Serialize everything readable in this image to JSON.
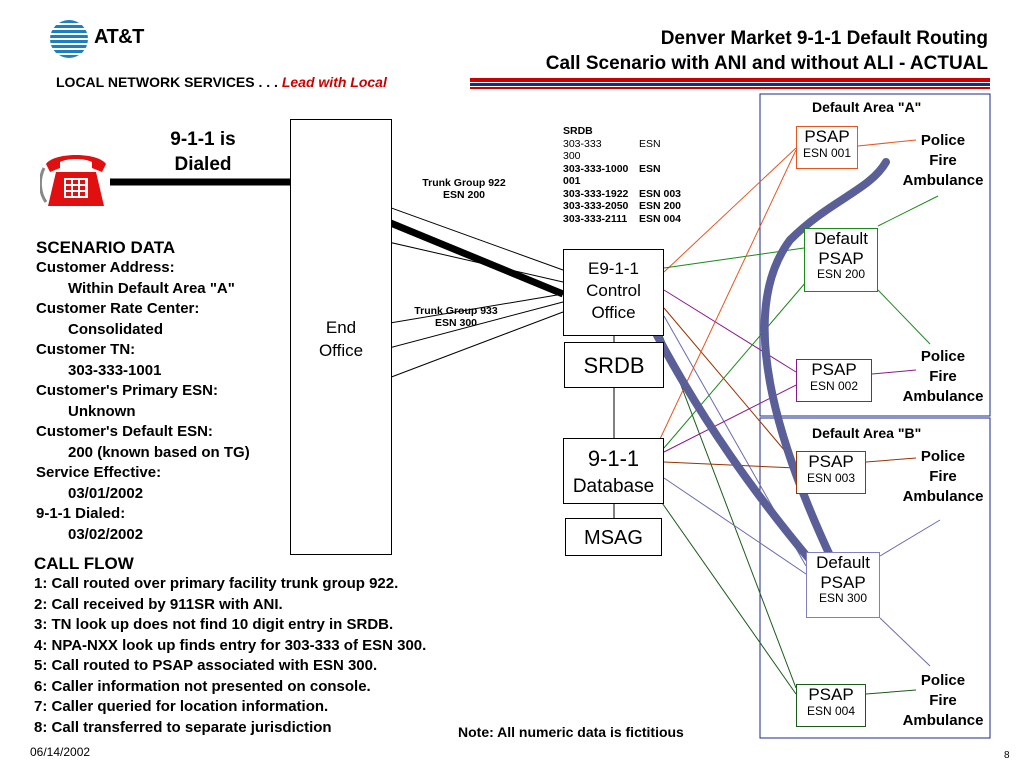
{
  "header": {
    "logo_text": "AT&T",
    "title_line1": "Denver Market 9-1-1 Default Routing",
    "title_line2": "Call Scenario with ANI and without ALI - ACTUAL",
    "subtitle_prefix": "LOCAL NETWORK SERVICES . . . ",
    "subtitle_emph": "Lead with Local",
    "accent_red": "#cc0000",
    "accent_blue": "#1a2a8c"
  },
  "dialed": {
    "line1": "9-1-1 is",
    "line2": "Dialed"
  },
  "end_office": {
    "line1": "End",
    "line2": "Office"
  },
  "trunks": {
    "t922_line1": "Trunk Group 922",
    "t922_line2": "ESN 200",
    "t933_line1": "Trunk Group 933",
    "t933_line2": "ESN 300"
  },
  "srdb_table": {
    "title": "SRDB",
    "rows": [
      {
        "tn": "303-333",
        "esn": "ESN",
        "bold": false
      },
      {
        "tn": "300",
        "esn": "",
        "bold": false
      },
      {
        "tn": "303-333-1000",
        "esn": "ESN",
        "bold": true
      },
      {
        "tn": "001",
        "esn": "",
        "bold": true
      },
      {
        "tn": "303-333-1922",
        "esn": "ESN 003",
        "bold": true
      },
      {
        "tn": "303-333-2050",
        "esn": "ESN 200",
        "bold": true
      },
      {
        "tn": "303-333-2111",
        "esn": "ESN 004",
        "bold": true
      }
    ]
  },
  "control_office": {
    "line1": "E9-1-1",
    "line2": "Control",
    "line3": "Office"
  },
  "srdb_box": "SRDB",
  "database": {
    "line1": "9-1-1",
    "line2": "Database"
  },
  "msag": "MSAG",
  "areas": {
    "a": "Default Area \"A\"",
    "b": "Default Area \"B\""
  },
  "psaps": [
    {
      "id": "p001",
      "title": "PSAP",
      "esn": "ESN 001",
      "color": "#e8531f"
    },
    {
      "id": "d200",
      "title": "Default PSAP",
      "line1": "Default",
      "line2": "PSAP",
      "esn": "ESN 200",
      "color": "#1a8a1a"
    },
    {
      "id": "p002",
      "title": "PSAP",
      "esn": "ESN 002",
      "color": "#8a1a8a"
    },
    {
      "id": "p003",
      "title": "PSAP",
      "esn": "ESN 003",
      "color": "#993300"
    },
    {
      "id": "d300",
      "line1": "Default",
      "line2": "PSAP",
      "esn": "ESN 300",
      "color": "#8080c0"
    },
    {
      "id": "p004",
      "title": "PSAP",
      "esn": "ESN 004",
      "color": "#1a5a1a"
    }
  ],
  "responders": {
    "l1": "Police",
    "l2": "Fire",
    "l3": "Ambulance"
  },
  "scenario": {
    "heading": "SCENARIO DATA",
    "lines": [
      {
        "text": "Customer Address:",
        "indent": false
      },
      {
        "text": "Within Default Area \"A\"",
        "indent": true
      },
      {
        "text": "Customer Rate Center:",
        "indent": false
      },
      {
        "text": "Consolidated",
        "indent": true
      },
      {
        "text": "Customer TN:",
        "indent": false
      },
      {
        "text": "303-333-1001",
        "indent": true
      },
      {
        "text": "Customer's Primary ESN:",
        "indent": false
      },
      {
        "text": "Unknown",
        "indent": true
      },
      {
        "text": "Customer's Default ESN:",
        "indent": false
      },
      {
        "text": "200 (known based on TG)",
        "indent": true
      },
      {
        "text": "Service Effective:",
        "indent": false
      },
      {
        "text": "03/01/2002",
        "indent": true
      },
      {
        "text": "9-1-1 Dialed:",
        "indent": false
      },
      {
        "text": "03/02/2002",
        "indent": true
      }
    ]
  },
  "call_flow": {
    "heading": "CALL FLOW",
    "steps": [
      "1: Call routed over primary facility trunk group 922.",
      "2: Call received by 911SR with ANI.",
      "3: TN look up does not find 10 digit entry in SRDB.",
      "4: NPA-NXX look up finds entry for 303-333 of ESN 300.",
      "5: Call routed to PSAP associated with ESN 300.",
      "6: Caller information not presented on console.",
      "7: Caller queried for location information.",
      "8: Call transferred to separate jurisdiction"
    ]
  },
  "note": "Note: All numeric data is fictitious",
  "footer": {
    "date": "06/14/2002",
    "page": "8"
  }
}
